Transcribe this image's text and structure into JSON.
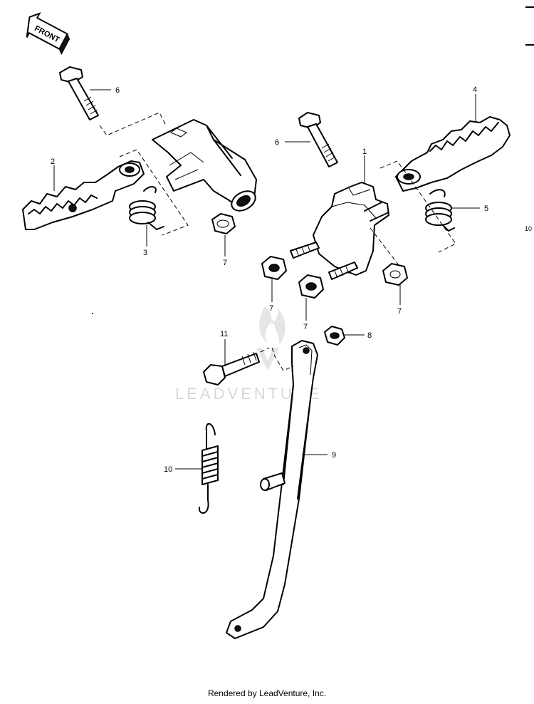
{
  "front_arrow": {
    "label": "FRONT"
  },
  "callouts": [
    {
      "id": "c6a",
      "text": "6"
    },
    {
      "id": "c2",
      "text": "2"
    },
    {
      "id": "c3",
      "text": "3"
    },
    {
      "id": "c7a",
      "text": "7"
    },
    {
      "id": "c4",
      "text": "4"
    },
    {
      "id": "c6b",
      "text": "6"
    },
    {
      "id": "c1",
      "text": "1"
    },
    {
      "id": "c5",
      "text": "5"
    },
    {
      "id": "c7b",
      "text": "7"
    },
    {
      "id": "c7c",
      "text": "7"
    },
    {
      "id": "c7d",
      "text": "7"
    },
    {
      "id": "c11",
      "text": "11"
    },
    {
      "id": "c8",
      "text": "8"
    },
    {
      "id": "c10",
      "text": "10"
    },
    {
      "id": "c9",
      "text": "9"
    }
  ],
  "page_code": "10",
  "watermark": {
    "text": "LEADVENTURE"
  },
  "footer": {
    "text": "Rendered by LeadVenture, Inc."
  }
}
